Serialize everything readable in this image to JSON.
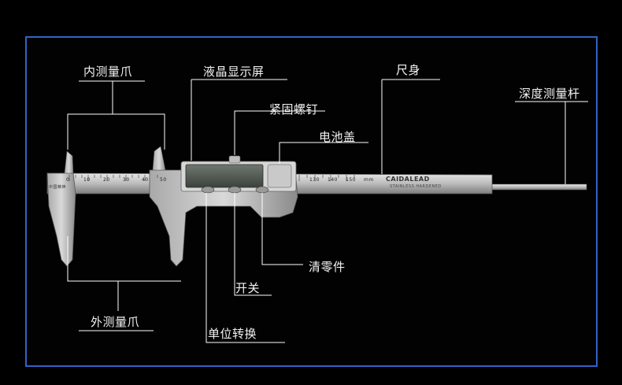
{
  "callouts": {
    "inner_jaw": "内测量爪",
    "lcd_screen": "液晶显示屏",
    "ruler_body": "尺身",
    "locking_screw": "紧固螺钉",
    "depth_rod": "深度测量杆",
    "battery_cover": "电池盖",
    "zero_button": "清零件",
    "power_switch": "开关",
    "outer_jaw": "外测量爪",
    "unit_switch": "单位转换"
  },
  "caliper": {
    "scale_ticks": [
      "0",
      "10",
      "20",
      "30",
      "40",
      "50"
    ],
    "scale_ticks_right": [
      "130",
      "140",
      "150",
      "mm"
    ],
    "brand": "CAIDALEAD",
    "brand_sub": "STAINLESS HARDENED",
    "maker_mark": "中国精神"
  },
  "colors": {
    "frame_border": "#2f63c9",
    "callout_line": "#ffffff",
    "label_text": "#f2f2f2"
  }
}
